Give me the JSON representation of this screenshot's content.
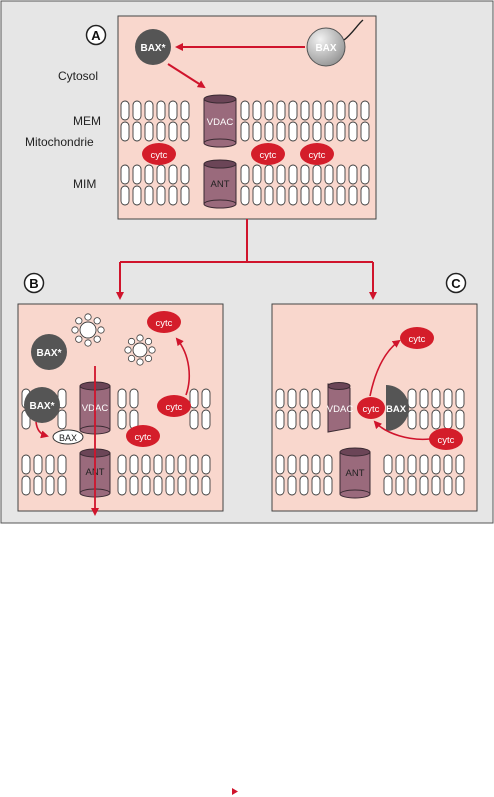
{
  "figure": {
    "colors": {
      "outer_bg": "#e6e6e6",
      "panel_bg": "#f9d7cd",
      "arrow_red": "#d0142c",
      "cytc_red": "#d41d2a",
      "channel_purple": "#9a6a7c",
      "channel_dark": "#6b4557",
      "bax_dark": "#555555",
      "bax_grey": "#b5b5b5",
      "membrane_fill": "#ffffff",
      "membrane_stroke": "#3c3c3c"
    },
    "panels": {
      "a": {
        "badge": "A",
        "labels": {
          "cytosol": "Cytosol",
          "mem": "MEM",
          "mitochondrie": "Mitochondrie",
          "mim": "MIM"
        },
        "bax_active": "BAX*",
        "bax": "BAX",
        "vdac": "VDAC",
        "ant": "ANT",
        "cytc": [
          "cytc",
          "cytc",
          "cytc"
        ]
      },
      "b": {
        "badge": "B",
        "bax_active_1": "BAX*",
        "bax_active_2": "BAX*",
        "bax_small": "BAX",
        "vdac": "VDAC",
        "ant": "ANT",
        "cytc_1": "cytc",
        "cytc_2": "cytc",
        "cytc_3": "cytc"
      },
      "c": {
        "badge": "C",
        "vdac": "VDAC",
        "bax": "BAX",
        "ant": "ANT",
        "cytc_1": "cytc",
        "cytc_2": "cytc",
        "cytc_3": "cytc"
      }
    }
  }
}
